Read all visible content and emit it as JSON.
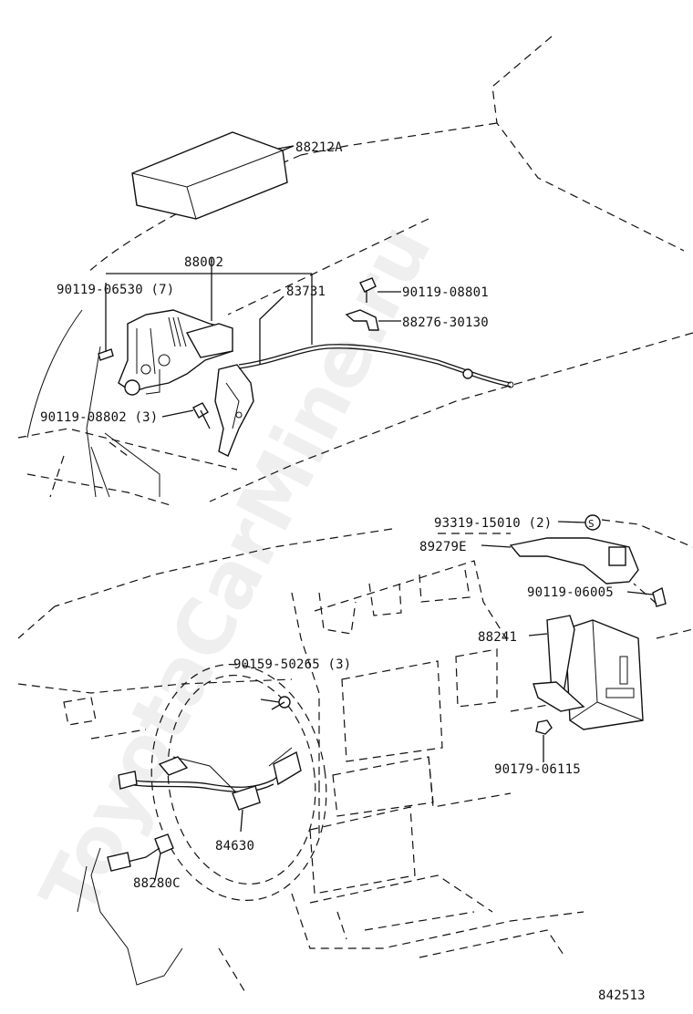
{
  "watermark": "ToyotaCarMine.ru",
  "diagram_code": "842513",
  "parts": [
    {
      "id": "p1",
      "label": "88212A"
    },
    {
      "id": "p2",
      "label": "88002"
    },
    {
      "id": "p3",
      "label": "90119-06530 (7)"
    },
    {
      "id": "p4",
      "label": "83731"
    },
    {
      "id": "p5",
      "label": "90119-08801"
    },
    {
      "id": "p6",
      "label": "88276-30130"
    },
    {
      "id": "p7",
      "label": "90119-08802 (3)"
    },
    {
      "id": "p8",
      "label": "93319-15010 (2)"
    },
    {
      "id": "p9",
      "label": "89279E"
    },
    {
      "id": "p10",
      "label": "90119-06005"
    },
    {
      "id": "p11",
      "label": "88241"
    },
    {
      "id": "p12",
      "label": "90159-50265 (3)"
    },
    {
      "id": "p13",
      "label": "90179-06115"
    },
    {
      "id": "p14",
      "label": "84630"
    },
    {
      "id": "p15",
      "label": "88280C"
    }
  ],
  "symbol": "S"
}
